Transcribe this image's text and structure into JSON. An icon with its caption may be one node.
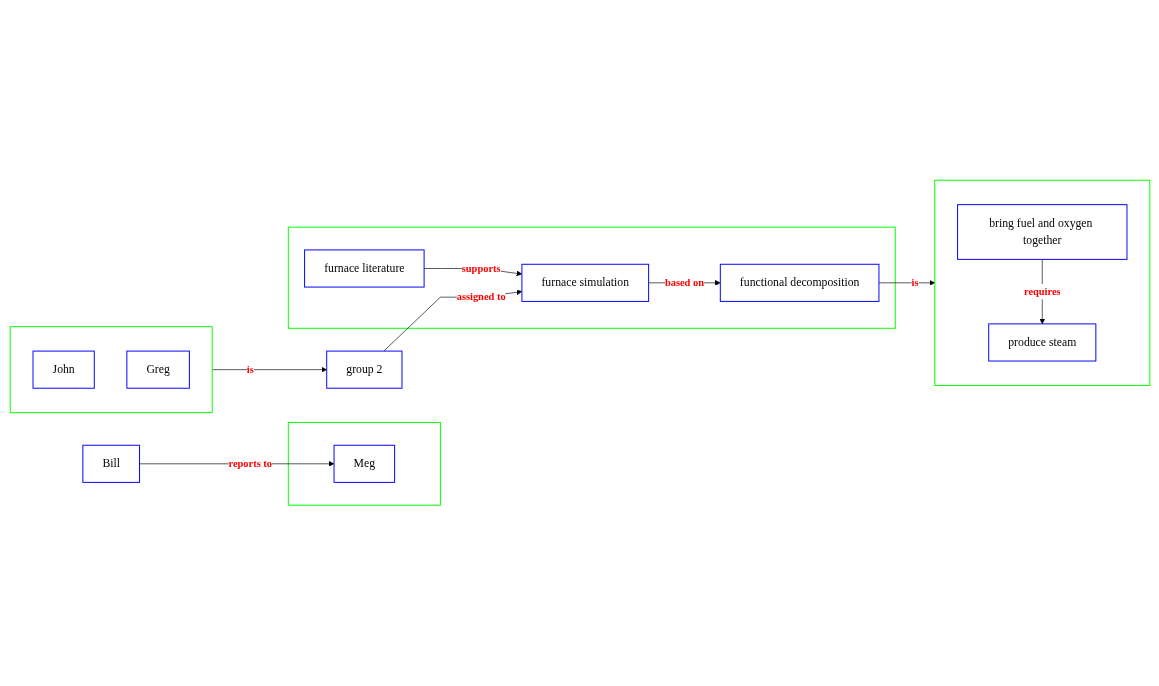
{
  "diagram": {
    "nodes": [
      {
        "text": [],
        "shape": "polygon"
      },
      {
        "text": [
          "Meg"
        ],
        "in": 0
      },
      {
        "text": [
          "Bill"
        ]
      },
      {
        "text": [],
        "shape": "polygon"
      },
      {
        "text": [
          "John"
        ],
        "in": 3
      },
      {
        "text": [
          "Greg"
        ],
        "in": 3
      },
      {
        "text": [],
        "shape": "polygon"
      },
      {
        "text": [
          "furnace literature"
        ],
        "in": 6
      },
      {
        "text": [
          "furnace simulation"
        ],
        "in": 6
      },
      {
        "text": [
          "group 2"
        ]
      },
      {
        "text": [
          "functional decomposition"
        ],
        "in": 6
      },
      {
        "text": [],
        "shape": "polygon"
      },
      {
        "text": [
          "produce steam"
        ],
        "in": 11
      },
      {
        "text": [
          "bring fuel and oxygen together"
        ],
        "in": 11
      }
    ],
    "edges": [
      {
        "from": 2,
        "to": 1,
        "label": "reports to",
        "arrow": "to"
      },
      {
        "from": 7,
        "to": 8,
        "label": "supports",
        "arrow": "to"
      },
      {
        "from": 9,
        "to": 8,
        "label": "assigned to",
        "arrow": "to"
      },
      {
        "from": 3,
        "to": 9,
        "label": "is",
        "arrow": "to"
      },
      {
        "from": 8,
        "to": 10,
        "label": "based on",
        "arrow": "to"
      },
      {
        "from": 10,
        "to": 11,
        "label": "is",
        "arrow": "to"
      },
      {
        "from": 13,
        "to": 12,
        "label": "requires",
        "arrow": "to"
      }
    ]
  }
}
